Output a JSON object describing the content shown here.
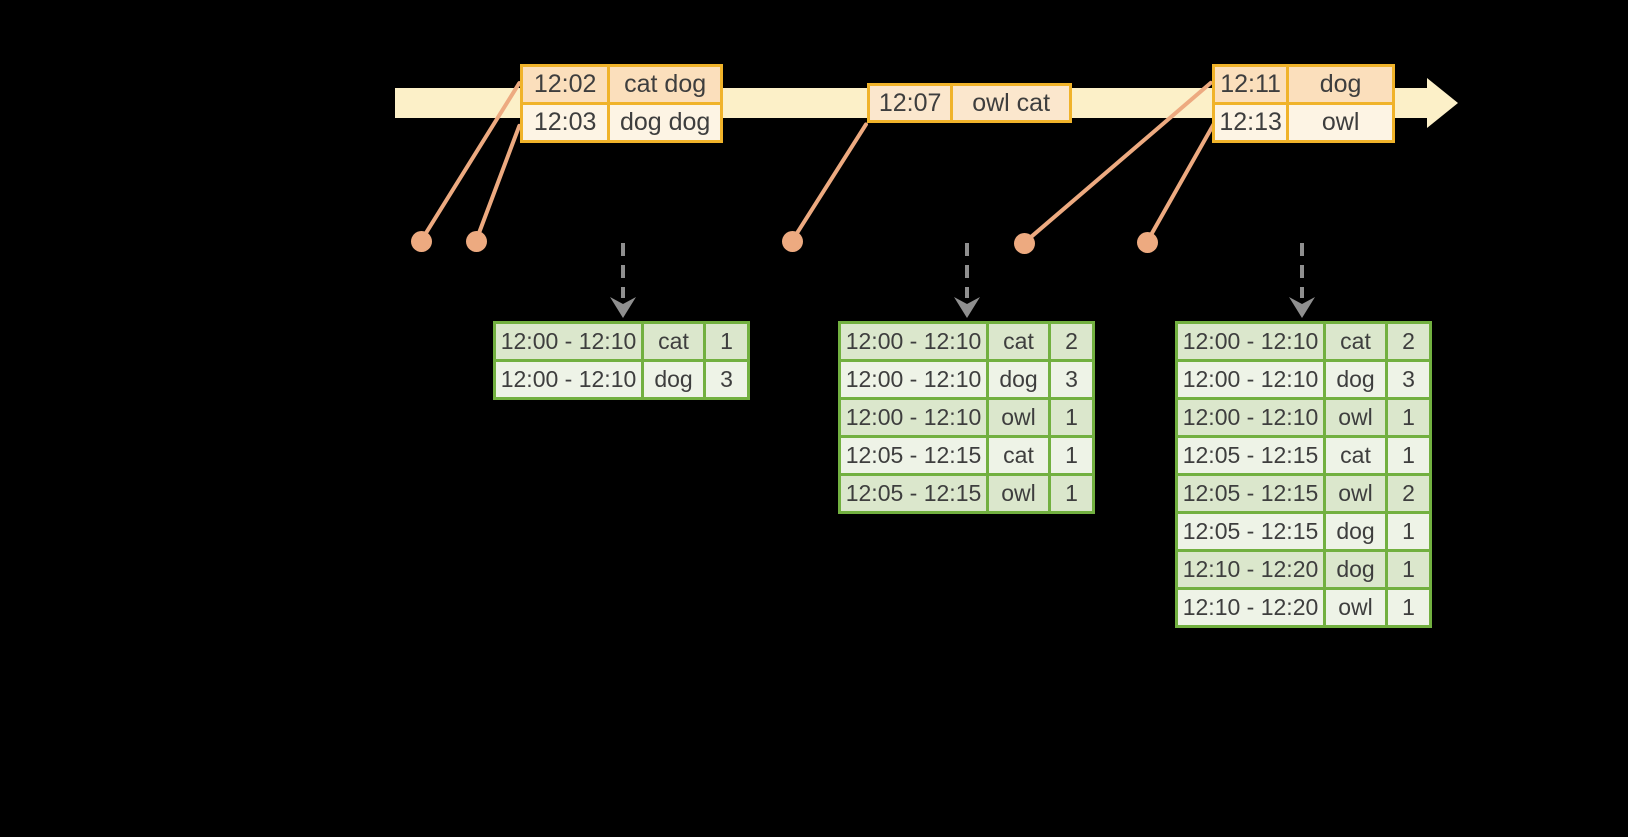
{
  "diagram": {
    "kind": "windowed-word-count-timeline",
    "background": "#000000"
  },
  "colors": {
    "timeline_fill": "#fcf0c8",
    "event_table_border": "#f0b32a",
    "event_row_peach": "#fbdfbc",
    "event_row_cream": "#fdf4e4",
    "event_row_mid_peach": "#fbe7cd",
    "connector_salmon": "#edaa80",
    "result_table_border": "#72b040",
    "result_row_dark": "#dbe7cc",
    "result_row_light": "#eef3e7",
    "trigger_arrow_gray": "#8f8f8f",
    "text": "#3e3e3e"
  },
  "event_tables": [
    {
      "rows": [
        {
          "time": "12:02",
          "words": "cat dog"
        },
        {
          "time": "12:03",
          "words": "dog dog"
        }
      ]
    },
    {
      "rows": [
        {
          "time": "12:07",
          "words": "owl cat"
        }
      ]
    },
    {
      "rows": [
        {
          "time": "12:11",
          "words": "dog"
        },
        {
          "time": "12:13",
          "words": "owl"
        }
      ]
    }
  ],
  "result_tables": [
    {
      "rows": [
        {
          "window": "12:00 - 12:10",
          "word": "cat",
          "count": "1"
        },
        {
          "window": "12:00 - 12:10",
          "word": "dog",
          "count": "3"
        }
      ]
    },
    {
      "rows": [
        {
          "window": "12:00 - 12:10",
          "word": "cat",
          "count": "2"
        },
        {
          "window": "12:00 - 12:10",
          "word": "dog",
          "count": "3"
        },
        {
          "window": "12:00 - 12:10",
          "word": "owl",
          "count": "1"
        },
        {
          "window": "12:05 - 12:15",
          "word": "cat",
          "count": "1"
        },
        {
          "window": "12:05 - 12:15",
          "word": "owl",
          "count": "1"
        }
      ]
    },
    {
      "rows": [
        {
          "window": "12:00 - 12:10",
          "word": "cat",
          "count": "2"
        },
        {
          "window": "12:00 - 12:10",
          "word": "dog",
          "count": "3"
        },
        {
          "window": "12:00 - 12:10",
          "word": "owl",
          "count": "1"
        },
        {
          "window": "12:05 - 12:15",
          "word": "cat",
          "count": "1"
        },
        {
          "window": "12:05 - 12:15",
          "word": "owl",
          "count": "2"
        },
        {
          "window": "12:05 - 12:15",
          "word": "dog",
          "count": "1"
        },
        {
          "window": "12:10 - 12:20",
          "word": "dog",
          "count": "1"
        },
        {
          "window": "12:10 - 12:20",
          "word": "owl",
          "count": "1"
        }
      ]
    }
  ]
}
